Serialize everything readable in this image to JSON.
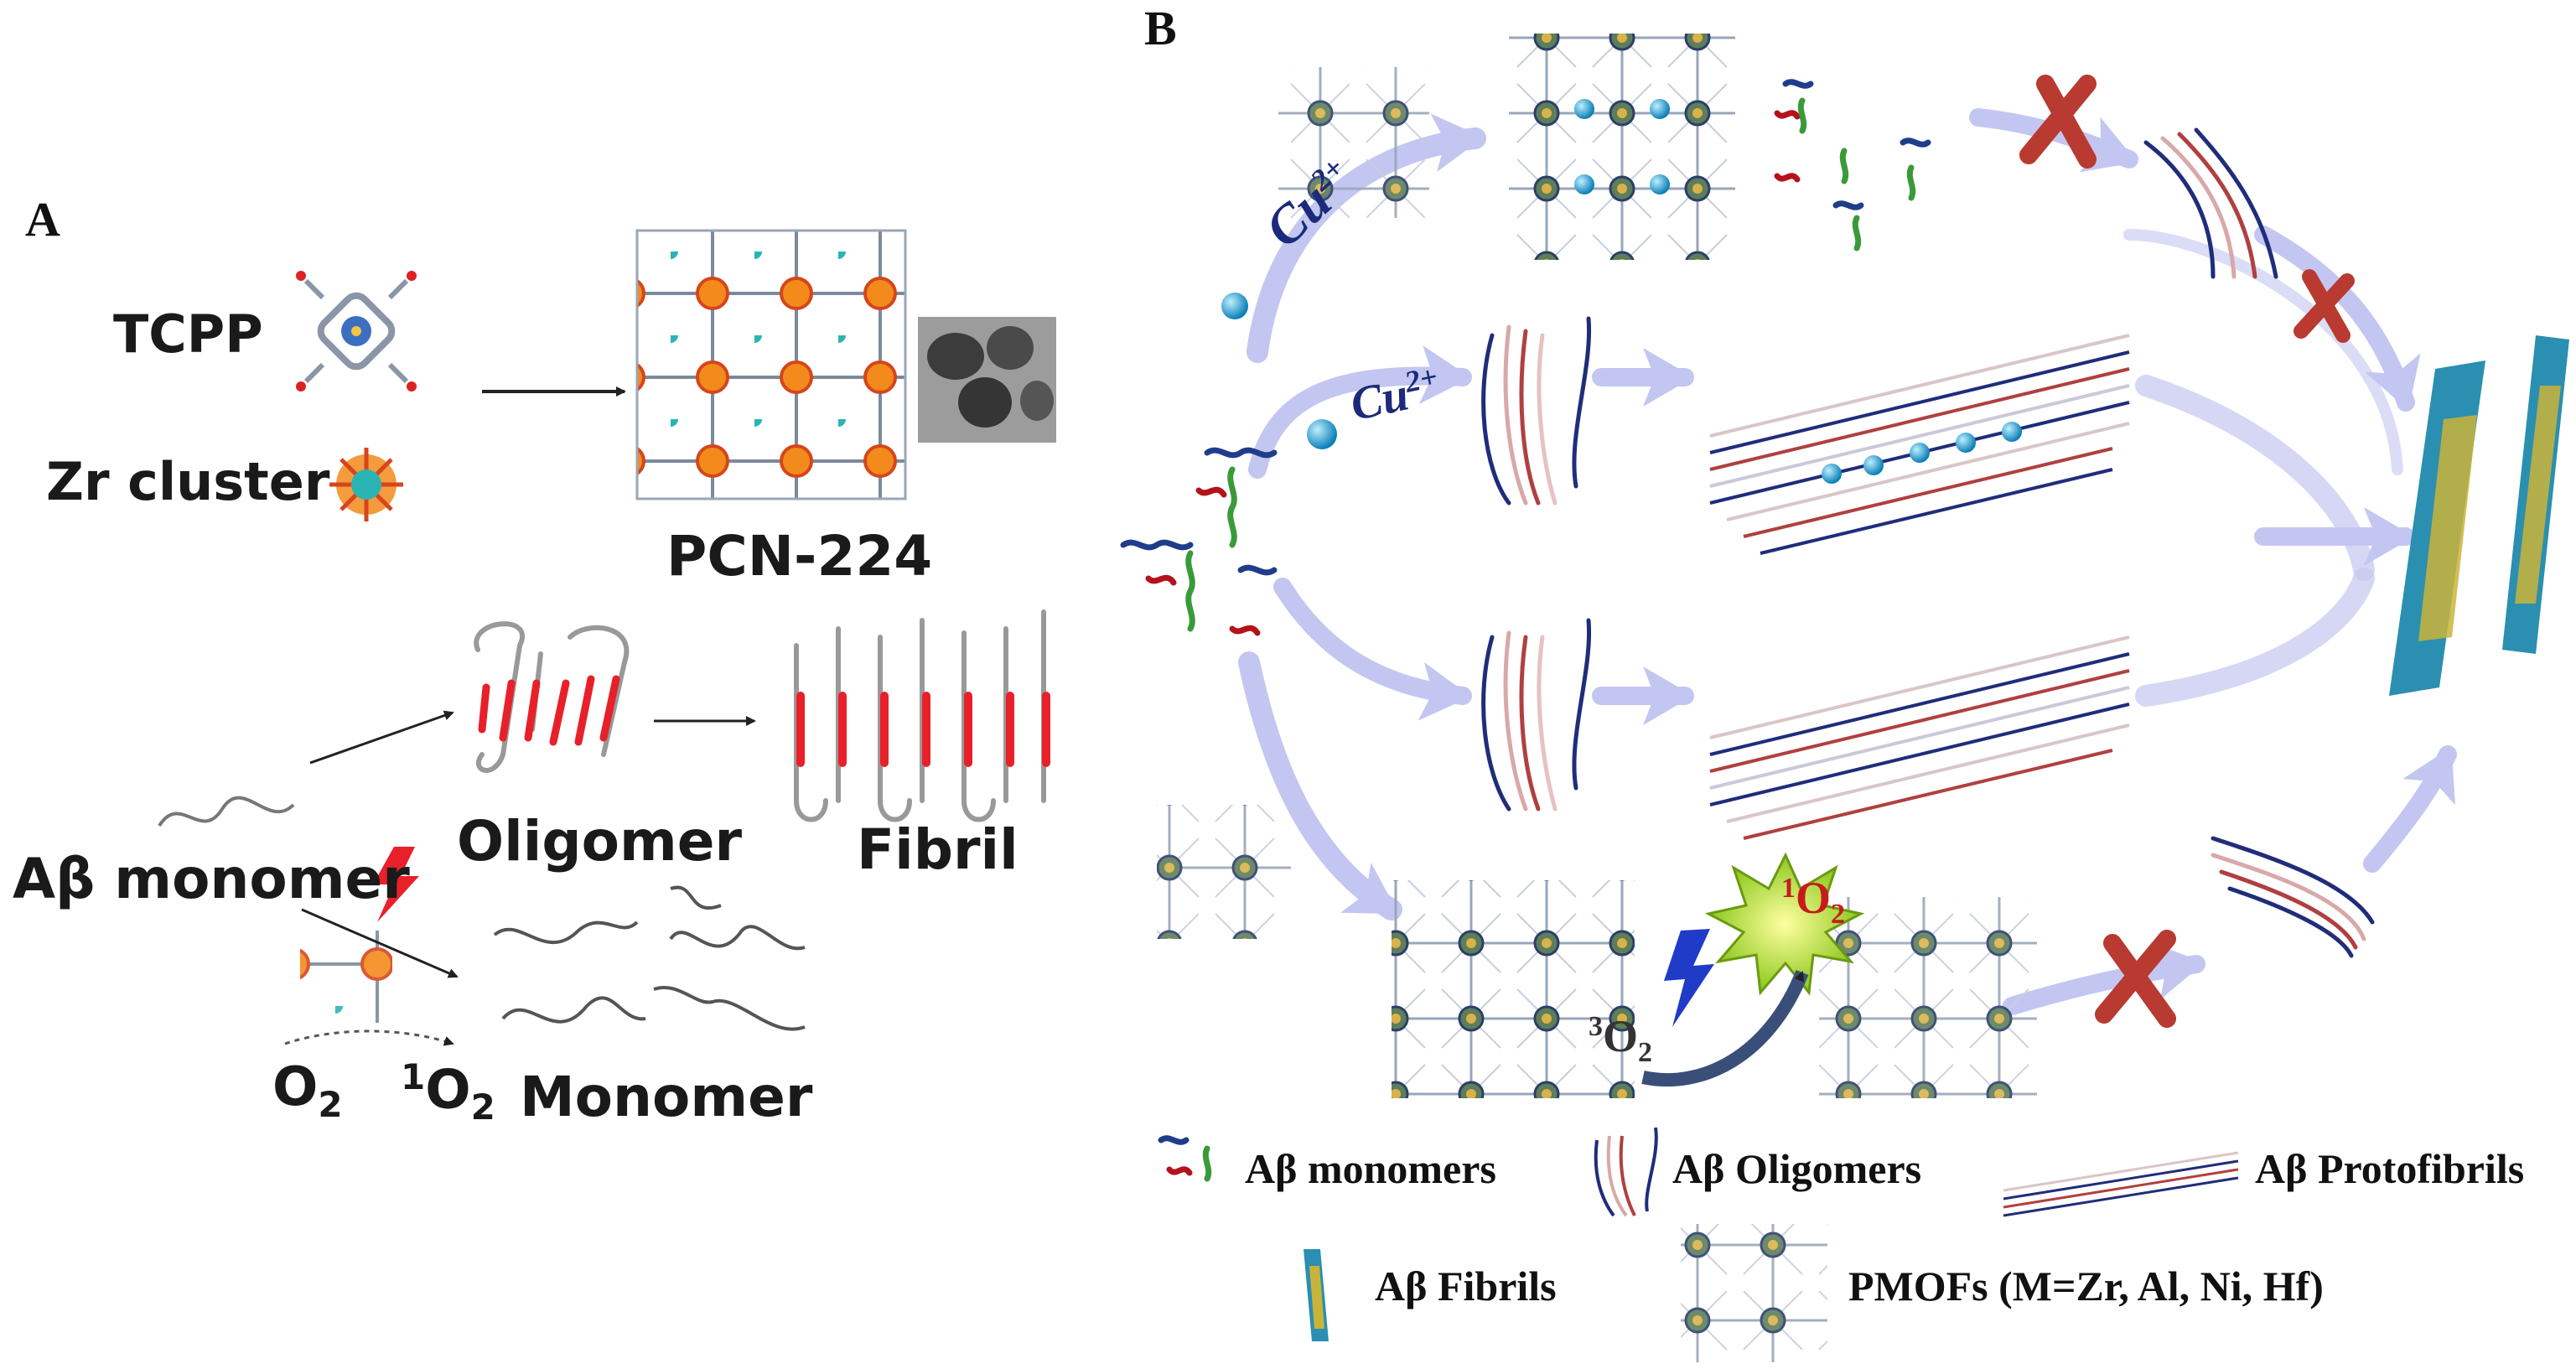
{
  "panel_a": {
    "letter": "A",
    "tcpp": "TCPP",
    "zr_cluster": "Zr cluster",
    "pcn": "PCN-224",
    "oligomer": "Oligomer",
    "fibril": "Fibril",
    "monomer_label": "Aβ monomer",
    "o2": "O",
    "o2_sub": "2",
    "singlet_sup": "1",
    "singlet": "O",
    "singlet_sub": "2",
    "monomer": "Monomer"
  },
  "panel_b": {
    "letter": "B",
    "cu_top": "Cu",
    "cu_top_sup": "2+",
    "cu_mid": "Cu",
    "cu_mid_sup": "2+",
    "triplet_sup": "3",
    "triplet": "O",
    "triplet_sub": "2",
    "singlet_sup": "1",
    "singlet": "O",
    "singlet_sub": "2"
  },
  "legend": {
    "monomers": "Aβ monomers",
    "oligomers": "Aβ Oligomers",
    "protofibrils": "Aβ Protofibrils",
    "fibrils": "Aβ Fibrils",
    "pmofs": "PMOFs (M=Zr, Al, Ni, Hf)"
  },
  "colors": {
    "arrow_blue": "#c7c9f2",
    "red_segment": "#e8202a",
    "cross_red": "#c0392b",
    "cu_ion": "#1a9fd6",
    "orange_node": "#f28a1c",
    "fibril_teal": "#2a8fb0",
    "fibril_yellow": "#c9b43a"
  }
}
